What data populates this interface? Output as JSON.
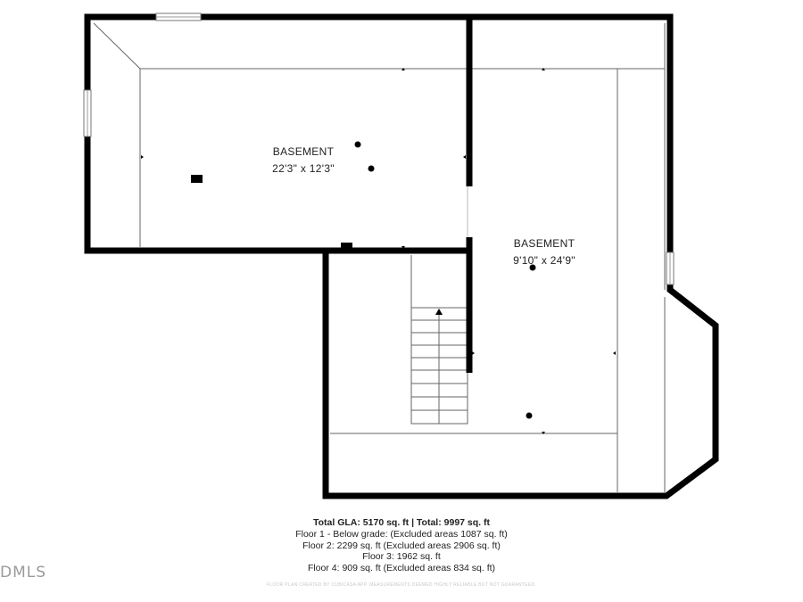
{
  "rooms": [
    {
      "name": "BASEMENT",
      "dimensions": "22'3\" x 12'3\""
    },
    {
      "name": "BASEMENT",
      "dimensions": "9'10\" x 24'9\""
    }
  ],
  "summary": {
    "total": "Total GLA: 5170 sq. ft | Total: 9997 sq. ft",
    "floor1": "Floor 1 - Below grade: (Excluded areas 1087 sq. ft)",
    "floor2": "Floor 2: 2299 sq. ft (Excluded areas 2906 sq. ft)",
    "floor3": "Floor 3: 1962 sq. ft",
    "floor4": "Floor 4: 909 sq. ft (Excluded areas 834 sq. ft)"
  },
  "disclaimer": "FLOOR PLAN CREATED BY CUBICASA APP. MEASUREMENTS DEEMED HIGHLY RELIABLE BUT NOT GUARANTEED.",
  "watermark": "DMLS",
  "colors": {
    "wall": "#000000",
    "line": "#555555",
    "window": "#9a9a9a"
  }
}
